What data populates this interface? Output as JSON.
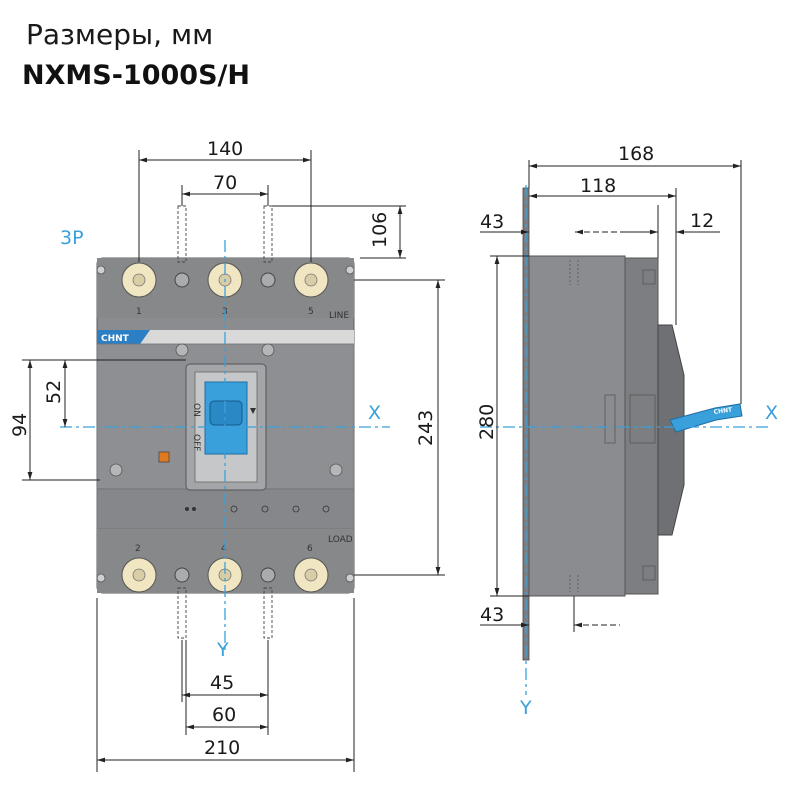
{
  "header": {
    "title": "Размеры, мм",
    "model": "NXMS-1000S/H"
  },
  "front_view": {
    "variant_label": "3P",
    "brand": "CHNT",
    "terminals_top": [
      "1",
      "3",
      "5"
    ],
    "terminals_bottom": [
      "2",
      "4",
      "6"
    ],
    "line_label": "LINE",
    "load_label": "LOAD",
    "handle_on": "ON",
    "handle_off": "OFF",
    "dims": {
      "top_outer": "140",
      "top_inner": "70",
      "terminal_height": "106",
      "height_right": "243",
      "left_outer": "94",
      "left_inner": "52",
      "bottom_inner": "45",
      "bottom_mid": "60",
      "bottom_outer": "210"
    },
    "axis_x": "X",
    "axis_y": "Y"
  },
  "side_view": {
    "brand": "CHNT",
    "dims": {
      "total_depth": "168",
      "body_depth": "118",
      "top_offset": "43",
      "handle_offset": "12",
      "height": "280",
      "bottom_offset": "43"
    },
    "axis_x": "X",
    "axis_y": "Y"
  },
  "colors": {
    "body": "#8a8c90",
    "body_dark": "#6e7074",
    "accent_blue": "#3aa0dc",
    "terminal_cream": "#f1e6c2"
  }
}
